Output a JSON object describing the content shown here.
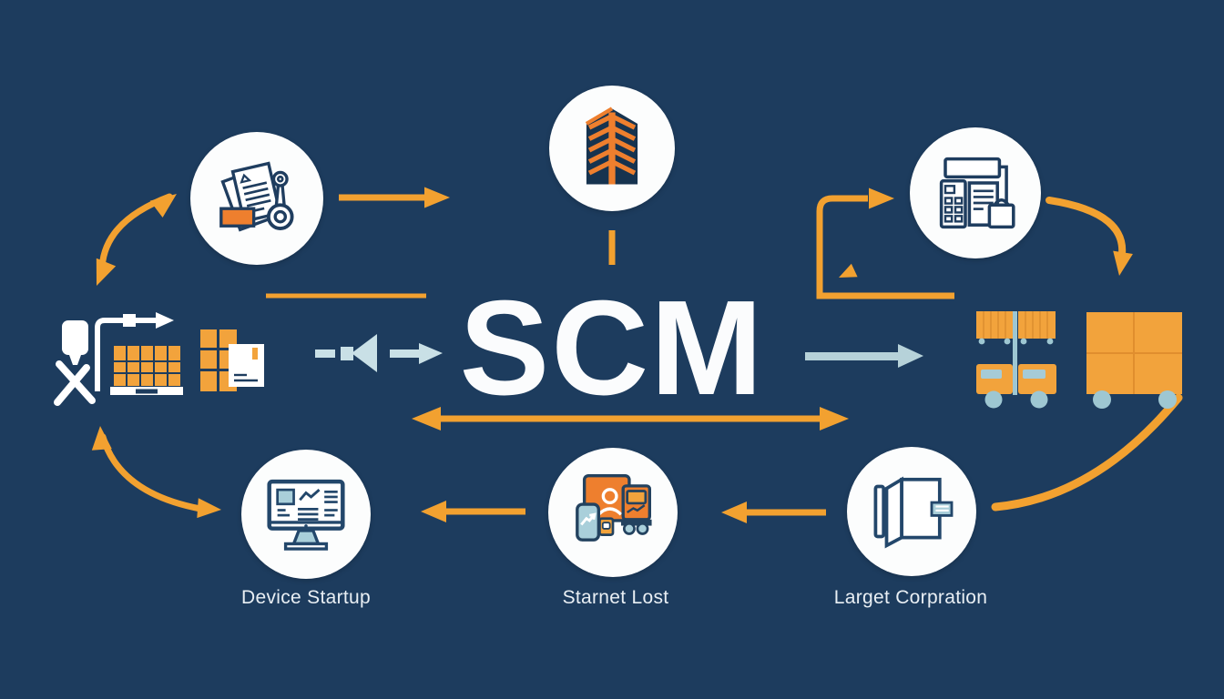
{
  "diagram": {
    "title": "SCM",
    "captions": {
      "device": "Device Startup",
      "starnet": "Starnet Lost",
      "larget": "Larget Corpration"
    },
    "colors": {
      "background": "#1D3C5E",
      "arrow_orange": "#F2A130",
      "deep_orange": "#EE7F2E",
      "box_orange": "#F2A33C",
      "steel_blue_light": "#C9E0E6",
      "steel_blue_muted": "#B6D2D9",
      "wheel_blue": "#9EC7D2",
      "line_navy": "#1F3D5F",
      "white": "#FFFFFF"
    },
    "icons": [
      "document-search-icon",
      "corporate-building-icon",
      "calculator-receipt-icon",
      "loading-crane-icon",
      "pallet-boxes-icon",
      "box-stack-icon",
      "freight-vans-icon",
      "cargo-container-icon",
      "dashboard-monitor-icon",
      "delivery-truck-icon",
      "catalog-book-icon"
    ]
  }
}
